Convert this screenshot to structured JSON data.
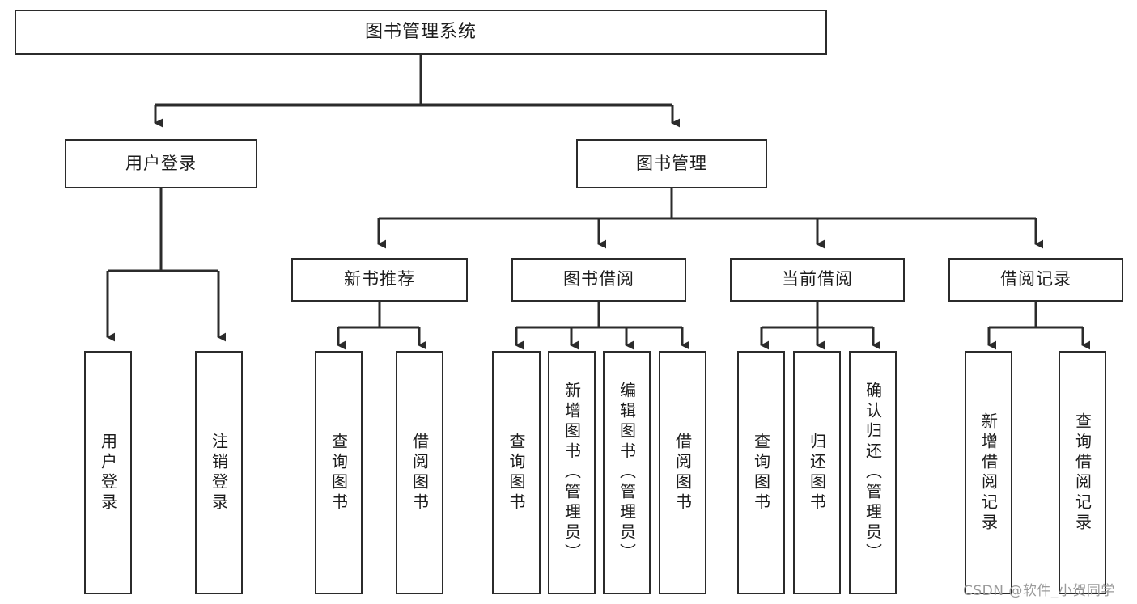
{
  "diagram": {
    "title": "图书管理系统",
    "root": {
      "label": "图书管理系统"
    },
    "level1": [
      {
        "label": "用户登录"
      },
      {
        "label": "图书管理"
      }
    ],
    "level2": [
      {
        "label": "新书推荐"
      },
      {
        "label": "图书借阅"
      },
      {
        "label": "当前借阅"
      },
      {
        "label": "借阅记录"
      }
    ],
    "leaves": {
      "user_login": [
        {
          "label": "用户登录"
        },
        {
          "label": "注销登录"
        }
      ],
      "new_book_recommend": [
        {
          "label": "查询图书"
        },
        {
          "label": "借阅图书"
        }
      ],
      "book_borrow": [
        {
          "label": "查询图书"
        },
        {
          "label": "新增图书（管理员）"
        },
        {
          "label": "编辑图书（管理员）"
        },
        {
          "label": "借阅图书"
        }
      ],
      "current_borrow": [
        {
          "label": "查询图书"
        },
        {
          "label": "归还图书"
        },
        {
          "label": "确认归还（管理员）"
        }
      ],
      "borrow_record": [
        {
          "label": "新增借阅记录"
        },
        {
          "label": "查询借阅记录"
        }
      ]
    }
  },
  "watermark": {
    "text": "CSDN @软件_小贺同学"
  },
  "colors": {
    "stroke": "#2b2b2b",
    "fill": "#ffffff",
    "text": "#1c1c1c",
    "watermark": "#9a9a9a"
  }
}
